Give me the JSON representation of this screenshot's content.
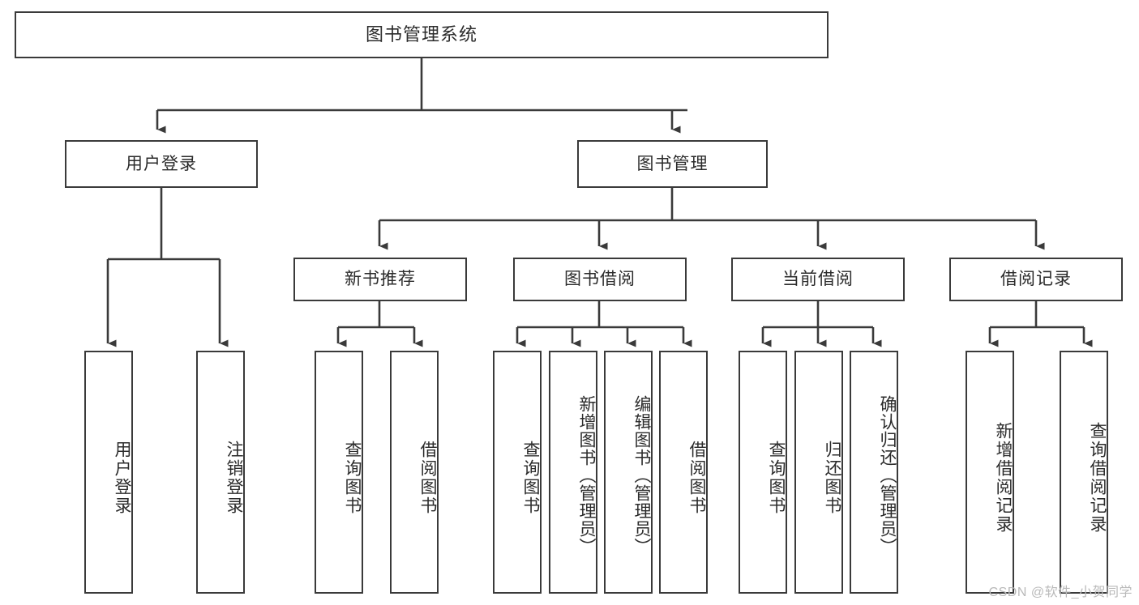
{
  "diagram": {
    "title": "图书管理系统",
    "type": "tree-hierarchy-chart",
    "stroke_color": "#3a3a3a",
    "text_color": "#2b2b2b",
    "background_color": "#ffffff"
  },
  "nodes": {
    "root": {
      "label": "图书管理系统"
    },
    "level2": [
      {
        "id": "user-login",
        "label": "用户登录"
      },
      {
        "id": "book-manage",
        "label": "图书管理"
      }
    ],
    "level3": [
      {
        "id": "new-book-recommend",
        "label": "新书推荐"
      },
      {
        "id": "book-borrow",
        "label": "图书借阅"
      },
      {
        "id": "current-borrow",
        "label": "当前借阅"
      },
      {
        "id": "borrow-record",
        "label": "借阅记录"
      }
    ],
    "leaves": [
      {
        "id": "leaf-user-login",
        "label": "用户登录",
        "parent": "user-login"
      },
      {
        "id": "leaf-logout",
        "label": "注销登录",
        "parent": "user-login"
      },
      {
        "id": "leaf-query-book-1",
        "label": "查询图书",
        "parent": "new-book-recommend"
      },
      {
        "id": "leaf-borrow-book-1",
        "label": "借阅图书",
        "parent": "new-book-recommend"
      },
      {
        "id": "leaf-query-book-2",
        "label": "查询图书",
        "parent": "book-borrow"
      },
      {
        "id": "leaf-add-book",
        "label": "新增图书（管理员）",
        "parent": "book-borrow"
      },
      {
        "id": "leaf-edit-book",
        "label": "编辑图书（管理员）",
        "parent": "book-borrow"
      },
      {
        "id": "leaf-borrow-book-2",
        "label": "借阅图书",
        "parent": "book-borrow"
      },
      {
        "id": "leaf-query-book-3",
        "label": "查询图书",
        "parent": "current-borrow"
      },
      {
        "id": "leaf-return-book",
        "label": "归还图书",
        "parent": "current-borrow"
      },
      {
        "id": "leaf-confirm-return",
        "label": "确认归还（管理员）",
        "parent": "current-borrow"
      },
      {
        "id": "leaf-add-record",
        "label": "新增借阅记录",
        "parent": "borrow-record"
      },
      {
        "id": "leaf-query-record",
        "label": "查询借阅记录",
        "parent": "borrow-record"
      }
    ]
  },
  "watermark": {
    "text": "CSDN @软件_小贺同学"
  }
}
